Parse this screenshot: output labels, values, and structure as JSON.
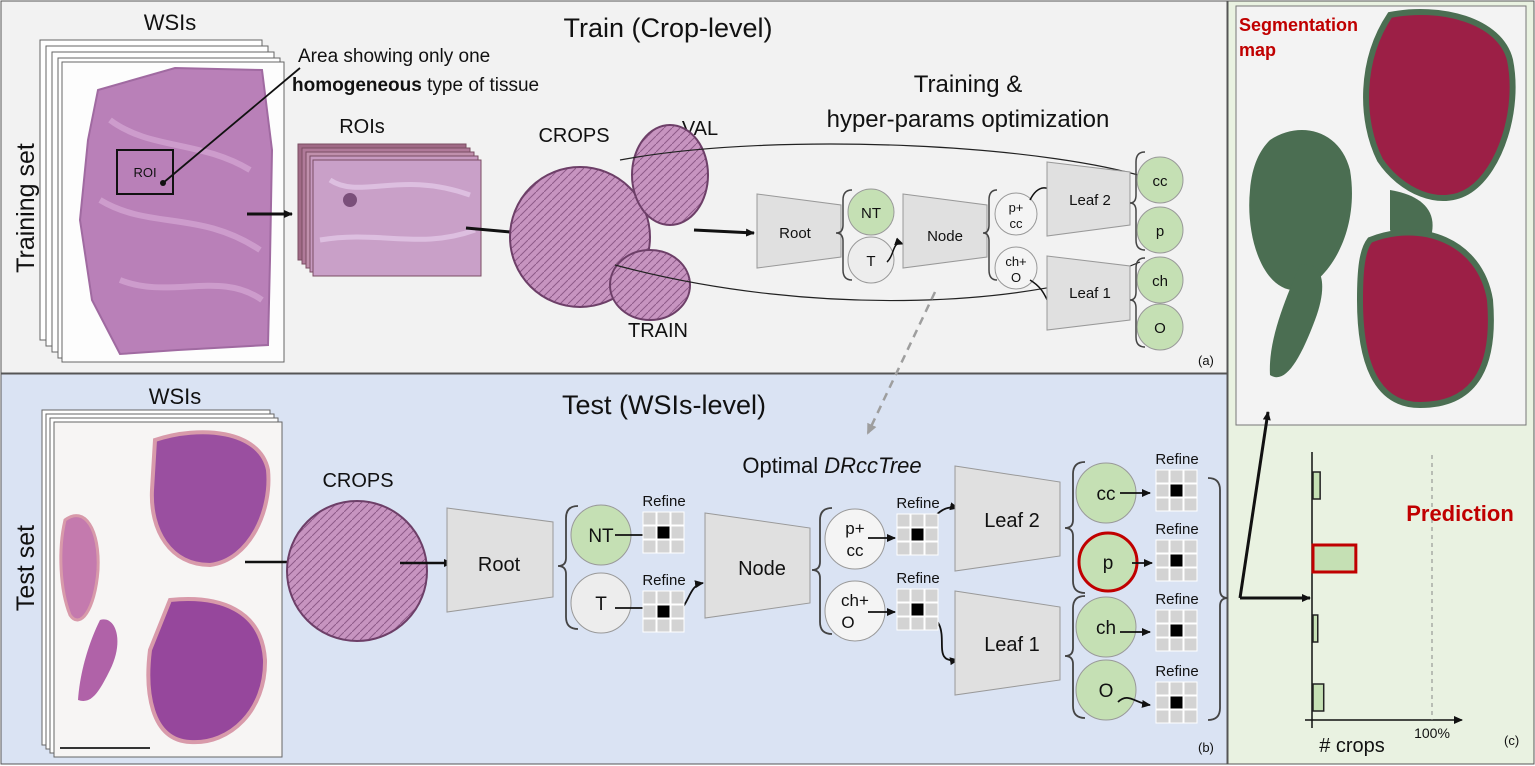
{
  "train": {
    "title": "Train (Crop-level)",
    "wsis_label": "WSIs",
    "side_label": "Training set",
    "roi_note_line1": "Area showing only one",
    "roi_note_bold": "homogeneous",
    "roi_note_rest": " type of tissue",
    "roi_box_label": "ROI",
    "rois_label": "ROIs",
    "crops_label": "CROPS",
    "val_label": "VAL",
    "train_label": "TRAIN",
    "optim_line1": "Training &",
    "optim_line2": "hyper-params optimization",
    "root": "Root",
    "node": "Node",
    "leaf1": "Leaf 1",
    "leaf2": "Leaf 2",
    "nt": "NT",
    "t": "T",
    "pcc_1": "p+",
    "pcc_2": "cc",
    "cho_1": "ch+",
    "cho_2": "O",
    "cc": "cc",
    "p": "p",
    "ch": "ch",
    "o": "O",
    "panel_tag": "(a)"
  },
  "test": {
    "title": "Test (WSIs-level)",
    "wsis_label": "WSIs",
    "side_label": "Test set",
    "crops_label": "CROPS",
    "optimal_prefix": "Optimal ",
    "optimal_italic": "DRccTree",
    "root": "Root",
    "node": "Node",
    "leaf1": "Leaf 1",
    "leaf2": "Leaf 2",
    "nt": "NT",
    "t": "T",
    "pcc_1": "p+",
    "pcc_2": "cc",
    "cho_1": "ch+",
    "cho_2": "O",
    "cc": "cc",
    "p": "p",
    "ch": "ch",
    "o": "O",
    "refine": "Refine",
    "panel_tag": "(b)"
  },
  "result": {
    "seg_line1": "Segmentation",
    "seg_line2": "map",
    "prediction": "Prediction",
    "xlabel": "# crops",
    "tick_100": "100%",
    "panel_tag": "(c)"
  },
  "chart_data": {
    "type": "bar",
    "orientation": "horizontal",
    "categories": [
      "cc",
      "p",
      "ch",
      "O"
    ],
    "values": [
      0.06,
      0.36,
      0.04,
      0.09
    ],
    "highlight": "p",
    "xlim": [
      0,
      1
    ],
    "xlabel": "# crops",
    "ticks": [
      "100%"
    ]
  },
  "colors": {
    "train_bg": "#f2f2f2",
    "test_bg": "#dae3f3",
    "result_bg": "#e9f2e1",
    "green_node": "#c5e0b4",
    "grey_node": "#ededed",
    "trapezoid": "#e0e0e0",
    "highlight_red": "#c00000",
    "tissue_pink": "#b77fb4",
    "seg_red": "#9c1f46",
    "seg_green": "#4b6e52"
  }
}
